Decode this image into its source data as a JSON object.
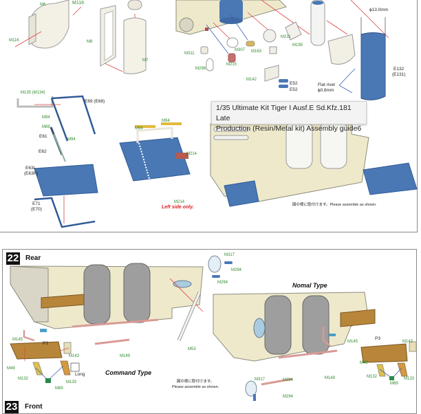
{
  "tooltip": {
    "line1": "1/35 Ultimate Kit Tiger I Ausf.E Sd.Kfz.181 Late",
    "line2": "Production (Resin/Metal kit) Assembly guide6"
  },
  "top_section": {
    "part_labels": {
      "m6": "M6",
      "m116_a": "M116",
      "m116_b": "M116",
      "m8": "M8",
      "m7": "M7",
      "m311": "M311",
      "m298": "M298",
      "m215": "M215",
      "m307": "M307",
      "m163": "M163",
      "m211": "M211",
      "m195": "M195",
      "m142": "M142",
      "e52_a": "E52",
      "e52_b": "E52",
      "e132": "E132",
      "e131": "(E131)",
      "diameter": "ϕ13.0mm",
      "flat_rivet_1": "Flat rivet",
      "flat_rivet_2": "ϕ0.8mm",
      "m135": "M135 (M134)",
      "e69": "E69 (E68)",
      "m94_a": "M94",
      "m89": "M89",
      "e61": "E61",
      "m94_b": "M94",
      "e62": "E62",
      "e63l": "E63L",
      "e63r": "(E63R)",
      "e71": "E71",
      "e70": "(E70)",
      "m94_c": "M94",
      "m94_d": "M94",
      "m214_a": "M214",
      "m214_b": "M214"
    },
    "left_side_only": "Left side only.",
    "assemble_note": "図の様に取付けます。Please assemble as shown."
  },
  "step22": {
    "number": "22",
    "title": "Rear",
    "command_type": "Command Type",
    "normal_type": "Nomal Type",
    "note_jp": "図の様に取付けます。",
    "note_en": "Please assemble as shown.",
    "left_labels": {
      "m145": "M145",
      "p3": "P3",
      "m143": "M143",
      "m49": "M49",
      "m132": "M132",
      "m133": "M133",
      "m89": "M89",
      "long": "Long",
      "m149": "M149",
      "m53": "M53"
    },
    "right_labels": {
      "m317_a": "M317",
      "m294_a": "M294",
      "m294_b": "M294",
      "m145": "M145",
      "p3": "P3",
      "m143": "M143",
      "m49": "M49",
      "m132": "M132",
      "m133": "M133",
      "m89": "M89",
      "m149": "M149",
      "m317_b": "M317",
      "m294_c": "M294",
      "m294_d": "M294"
    }
  },
  "step23": {
    "number": "23",
    "title": "Front"
  },
  "colors": {
    "part_label": "#2e8b2e",
    "etched_blue": "#4a78b5",
    "resin_cream": "#f1ead2",
    "metal_gold": "#b8863a",
    "pink_part": "#d99a94",
    "red_line": "#e04040",
    "blue_line": "#3a5fb0"
  }
}
